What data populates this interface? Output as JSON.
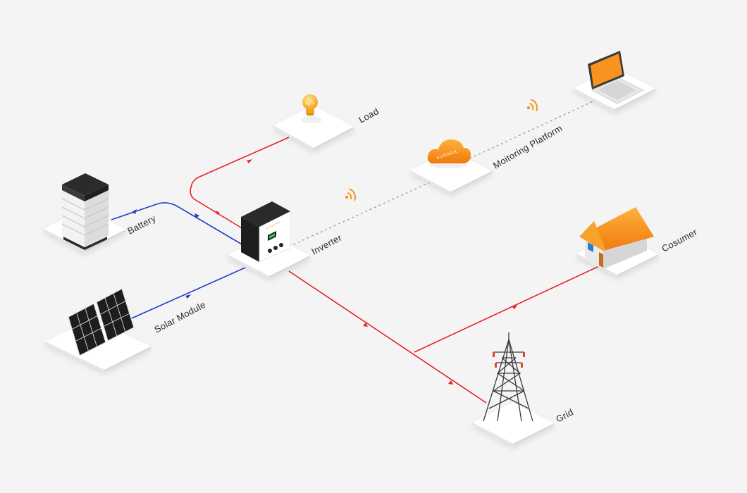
{
  "nodes": {
    "load": {
      "label": "Load"
    },
    "monitoring": {
      "label": "Moitoring Platform"
    },
    "battery": {
      "label": "Battery"
    },
    "inverter": {
      "label": "Inverter"
    },
    "solar": {
      "label": "Solar Module"
    },
    "consumer": {
      "label": "Cosumer"
    },
    "grid": {
      "label": "Grid"
    }
  },
  "brand_text": "SUNARK",
  "colors": {
    "ac_line": "#e8232a",
    "dc_line": "#1f3fc4",
    "data_line": "#9a9a9a",
    "accent": "#f7931e",
    "platform": "#ffffff"
  }
}
